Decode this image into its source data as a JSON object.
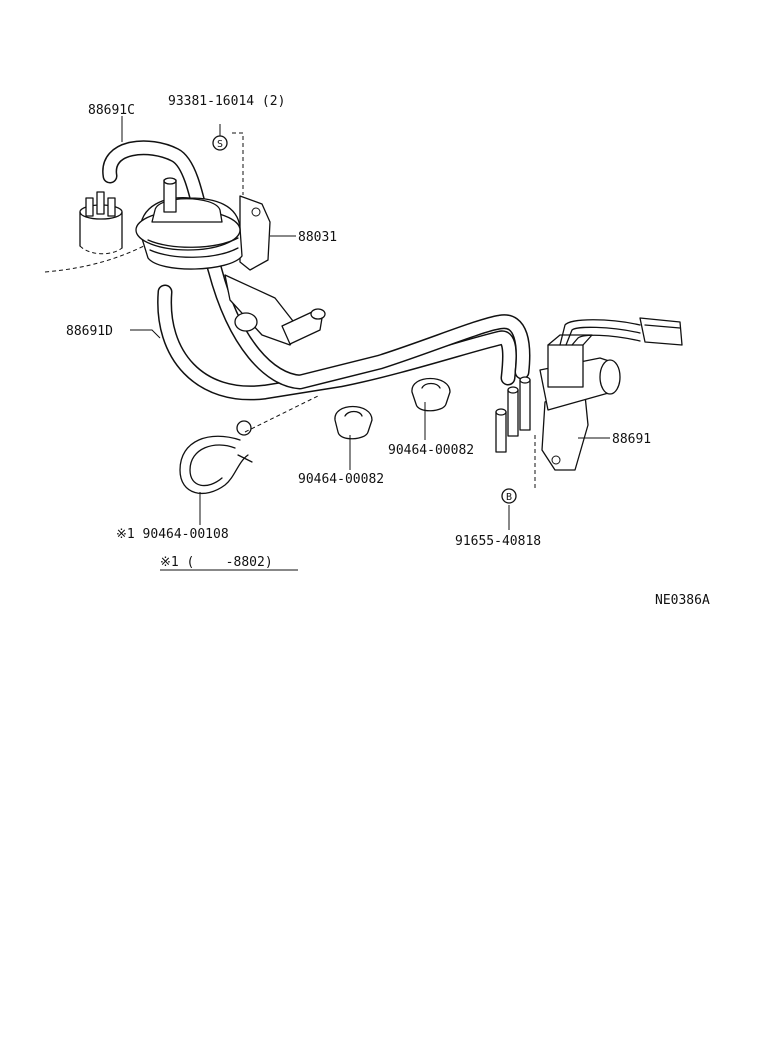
{
  "diagram": {
    "callouts": {
      "hose_c": "88691C",
      "bolt": "93381-16014 (2)",
      "vacuum_modulator": "88031",
      "hose_d": "88691D",
      "clamp_right": "90464-00082",
      "clamp_left": "90464-00082",
      "vsv": "88691",
      "band_clamp": "※1 90464-00108",
      "screw": "91655-40818"
    },
    "markers": {
      "bolt_symbol": "S",
      "screw_symbol": "B"
    },
    "footnote": "※1 (    -8802)",
    "figure_code": "NE0386A"
  }
}
